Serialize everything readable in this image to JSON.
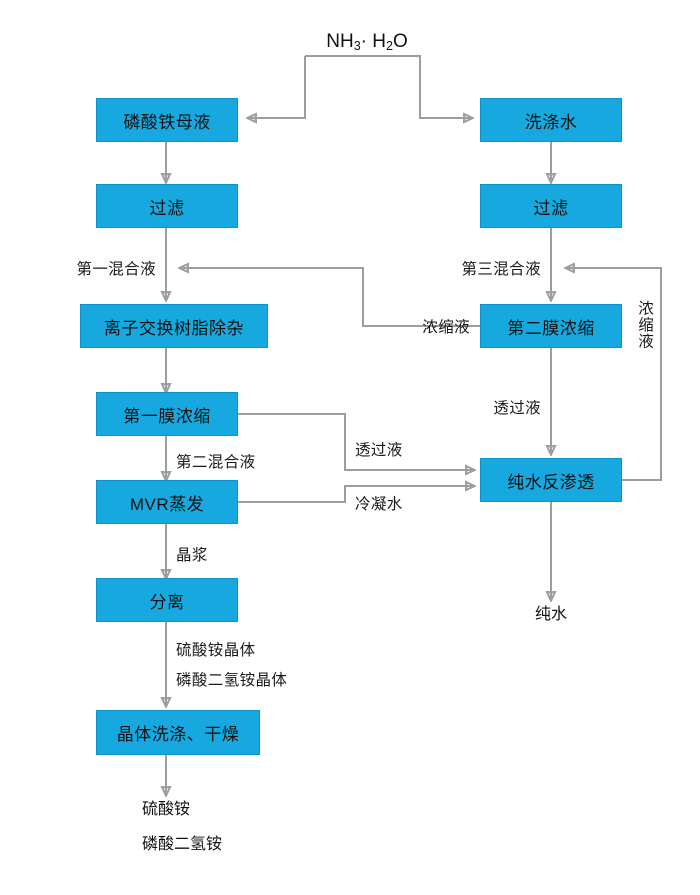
{
  "diagram": {
    "title_chem_inlet": "NH₃·H₂O",
    "nodes": {
      "iron_phosphate_mother_liquor": "磷酸铁母液",
      "wash_water": "洗涤水",
      "filtration_left": "过滤",
      "filtration_right": "过滤",
      "ion_exchange_resin": "离子交换树脂除杂",
      "second_membrane_concentration": "第二膜浓缩",
      "first_membrane_concentration": "第一膜浓缩",
      "mvr_evaporation": "MVR蒸发",
      "pure_water_reverse_osmosis": "纯水反渗透",
      "separation": "分离",
      "crystal_wash_dry": "晶体洗涤、干燥"
    },
    "edge_labels": {
      "first_mixed_liquor": "第一混合液",
      "third_mixed_liquor": "第三混合液",
      "concentrate_to_left": "浓缩液",
      "concentrate_recycle_vertical": "浓缩液",
      "permeate_from_second_membrane": "透过液",
      "permeate_from_first_membrane": "透过液",
      "second_mixed_liquor": "第二混合液",
      "condensate_water": "冷凝水",
      "crystal_slurry": "晶浆",
      "ammonium_sulfate_crystal": "硫酸铵晶体",
      "monoammonium_phosphate_crystal": "磷酸二氢铵晶体"
    },
    "outputs": {
      "pure_water": "纯水",
      "ammonium_sulfate": "硫酸铵",
      "monoammonium_phosphate": "磷酸二氢铵"
    },
    "colors": {
      "node_fill": "#17a8e0",
      "node_border": "#0f93c7",
      "wire": "#9d9d9d",
      "arrow": "#1a1a1a",
      "text": "#111111"
    }
  }
}
